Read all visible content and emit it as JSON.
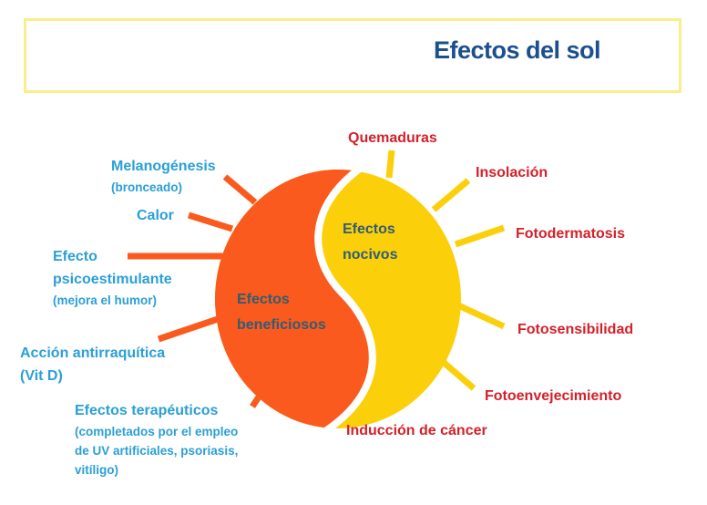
{
  "title": "Efectos del sol",
  "center": {
    "harmful": [
      "Efectos",
      "nocivos"
    ],
    "beneficial": [
      "Efectos",
      "beneficiosos"
    ]
  },
  "beneficial_effects": [
    {
      "label": "Melanogénesis",
      "note": "(bronceado)"
    },
    {
      "label": "Calor"
    },
    {
      "label": "Efecto",
      "label2": "psicoestimulante",
      "note": "(mejora el humor)"
    },
    {
      "label": "Acción antirraquítica",
      "label2": "(Vit D)"
    },
    {
      "label": "Efectos terapéuticos",
      "note": "(completados por el empleo",
      "note2": "de UV artificiales, psoriasis,",
      "note3": "vitíligo)"
    }
  ],
  "harmful_effects": [
    "Quemaduras",
    "Insolación",
    "Fotodermatosis",
    "Fotosensibilidad",
    "Fotoenvejecimiento",
    "Inducción de cáncer"
  ],
  "colors": {
    "orange": "#fb5a1e",
    "yellow": "#fccf0b",
    "blue": "#2a9fd6",
    "red": "#d4202a",
    "title": "#1b4f8e"
  }
}
